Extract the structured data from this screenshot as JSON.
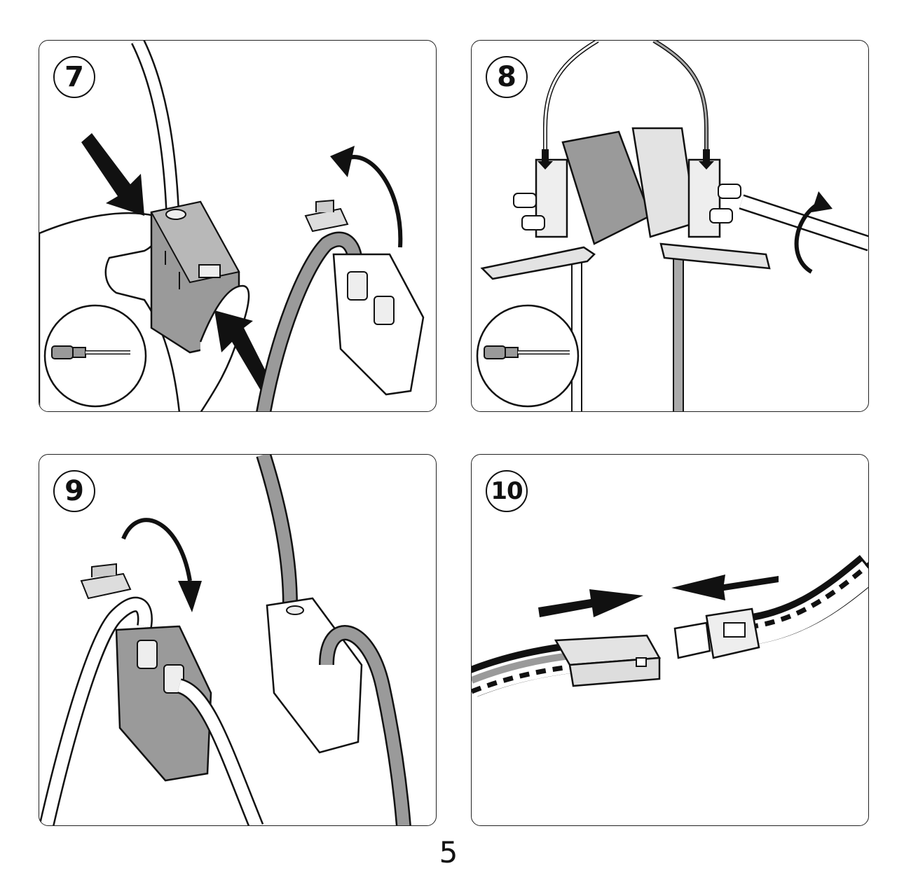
{
  "steps": [
    {
      "number": "7"
    },
    {
      "number": "8"
    },
    {
      "number": "9"
    },
    {
      "number": "10"
    }
  ],
  "page_number": "5",
  "colors": {
    "outline": "#111111",
    "housing_gray": "#9a9a9a",
    "light_gray": "#e3e3e3",
    "arrow": "#111111"
  }
}
